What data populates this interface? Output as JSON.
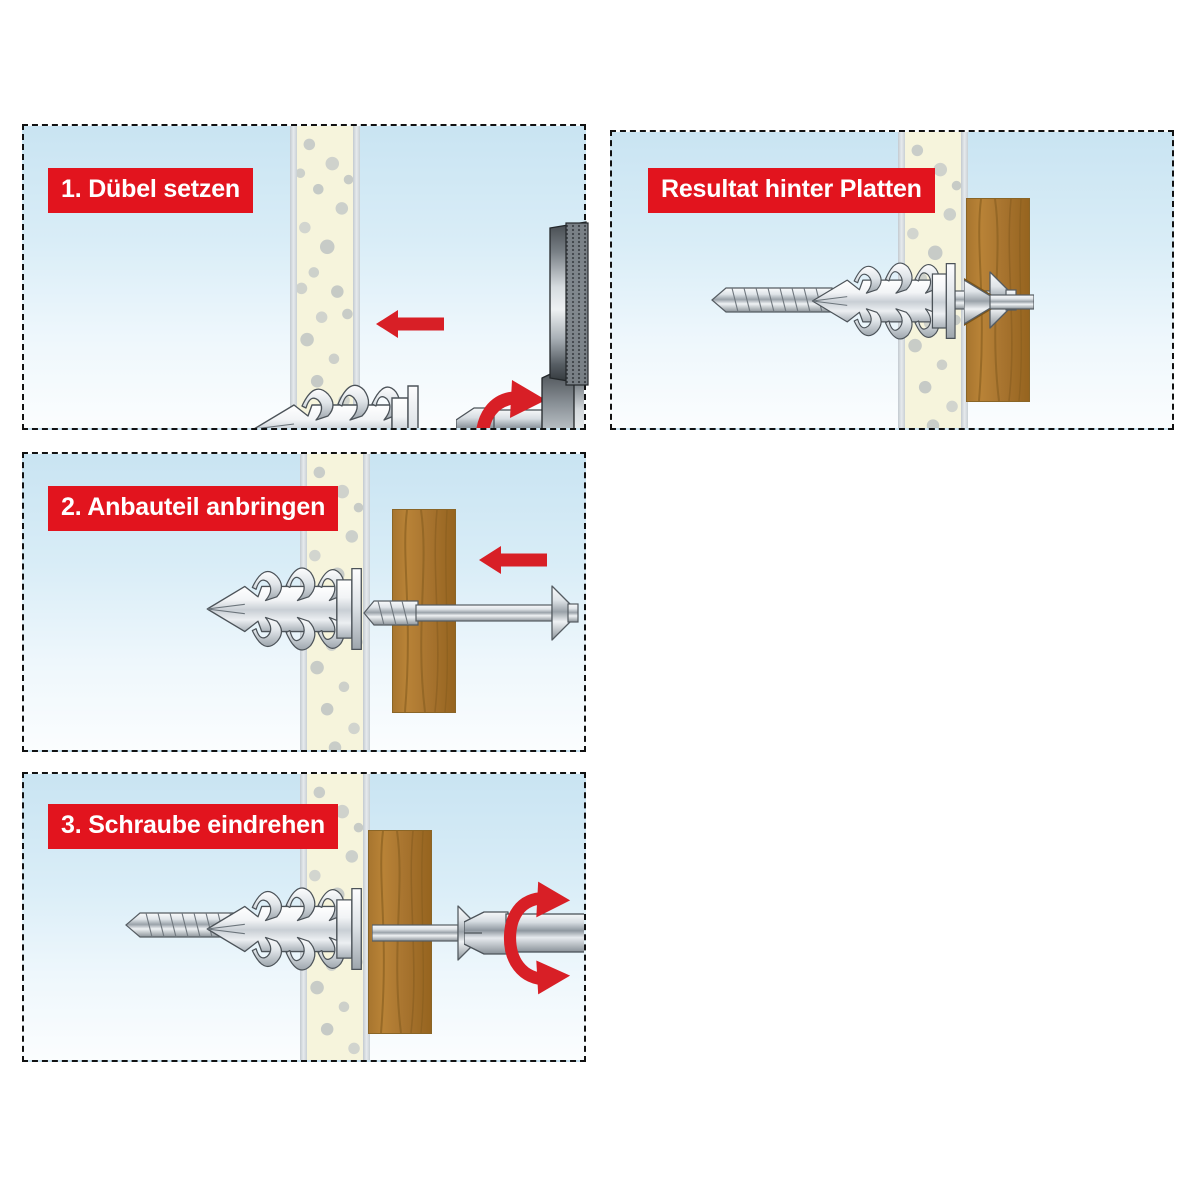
{
  "document": {
    "title": "Montageanleitung Metall-Gipskartondübel",
    "language": "de"
  },
  "colors": {
    "badge_red": "#e2141e",
    "arrow_red": "#d81f26",
    "panel_bg_top": "#c9e4f2",
    "panel_bg_bottom": "#fbfdfe",
    "border": "#121212",
    "wall_core": "#f6f4dc",
    "wall_face": "#d8dde0",
    "wall_speckle": "#c9cdc9",
    "wood": "#a8762f",
    "wood_dark": "#96641f",
    "metal_light": "#ffffff",
    "metal_mid": "#c8ced4",
    "metal_dark": "#7d858d",
    "drill_body_dark": "#3a3e42",
    "drill_body_light": "#b9bec3"
  },
  "panels": [
    {
      "id": "panel-1",
      "position": "top-left",
      "label": "1. Dübel setzen",
      "step_number": "1",
      "elements": [
        "plasterboard-wall",
        "metal-drywall-anchor",
        "screwdriver-bit",
        "power-drill",
        "red-direction-arrow-left",
        "red-rotation-arrow"
      ]
    },
    {
      "id": "panel-2",
      "position": "top-right",
      "label": "Resultat hinter Platten",
      "step_number": "",
      "elements": [
        "plasterboard-wall",
        "metal-drywall-anchor",
        "wood-mounting-part",
        "countersunk-screw"
      ]
    },
    {
      "id": "panel-3",
      "position": "middle-left",
      "label": "2. Anbauteil anbringen",
      "step_number": "2",
      "elements": [
        "plasterboard-wall",
        "metal-drywall-anchor",
        "wood-mounting-part",
        "countersunk-screw",
        "red-direction-arrow-left"
      ]
    },
    {
      "id": "panel-4",
      "position": "bottom-left",
      "label": "3. Schraube eindrehen",
      "step_number": "3",
      "elements": [
        "plasterboard-wall",
        "metal-drywall-anchor",
        "wood-mounting-part",
        "countersunk-screw",
        "screwdriver-bit",
        "red-rotation-arrow"
      ]
    }
  ]
}
